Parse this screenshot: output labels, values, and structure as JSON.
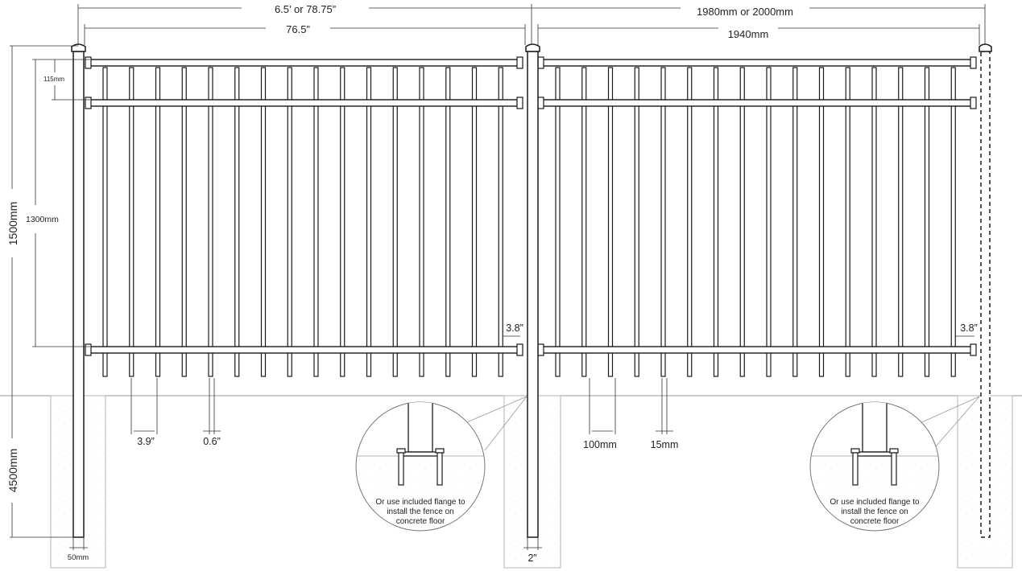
{
  "dimensions": {
    "left_total": "6.5’ or 78.75”",
    "left_panel": "76.5”",
    "right_total": "1980mm or 2000mm",
    "right_panel": "1940mm",
    "rail_gap_top": "115mm",
    "picket_height": "1300mm",
    "total_height": "1500mm",
    "embed_depth": "4500mm",
    "post_width_mm": "50mm",
    "post_width_in": "2”",
    "picket_spacing_in": "3.9”",
    "picket_width_in": "0.6”",
    "picket_spacing_mm": "100mm",
    "picket_width_mm": "15mm",
    "end_gap_left": "3.8”",
    "end_gap_right": "3.8”"
  },
  "detail_notes": {
    "flange_left": [
      "Or use included flange to",
      "install the fence on",
      "concrete floor"
    ],
    "flange_right": [
      "Or use included flange to",
      "install the fence on",
      "concrete floor"
    ]
  },
  "colors": {
    "line": "#1a1a1a",
    "dim_line": "#333333",
    "ground": "#9a9a9a",
    "footing": "#b5b5b5"
  }
}
